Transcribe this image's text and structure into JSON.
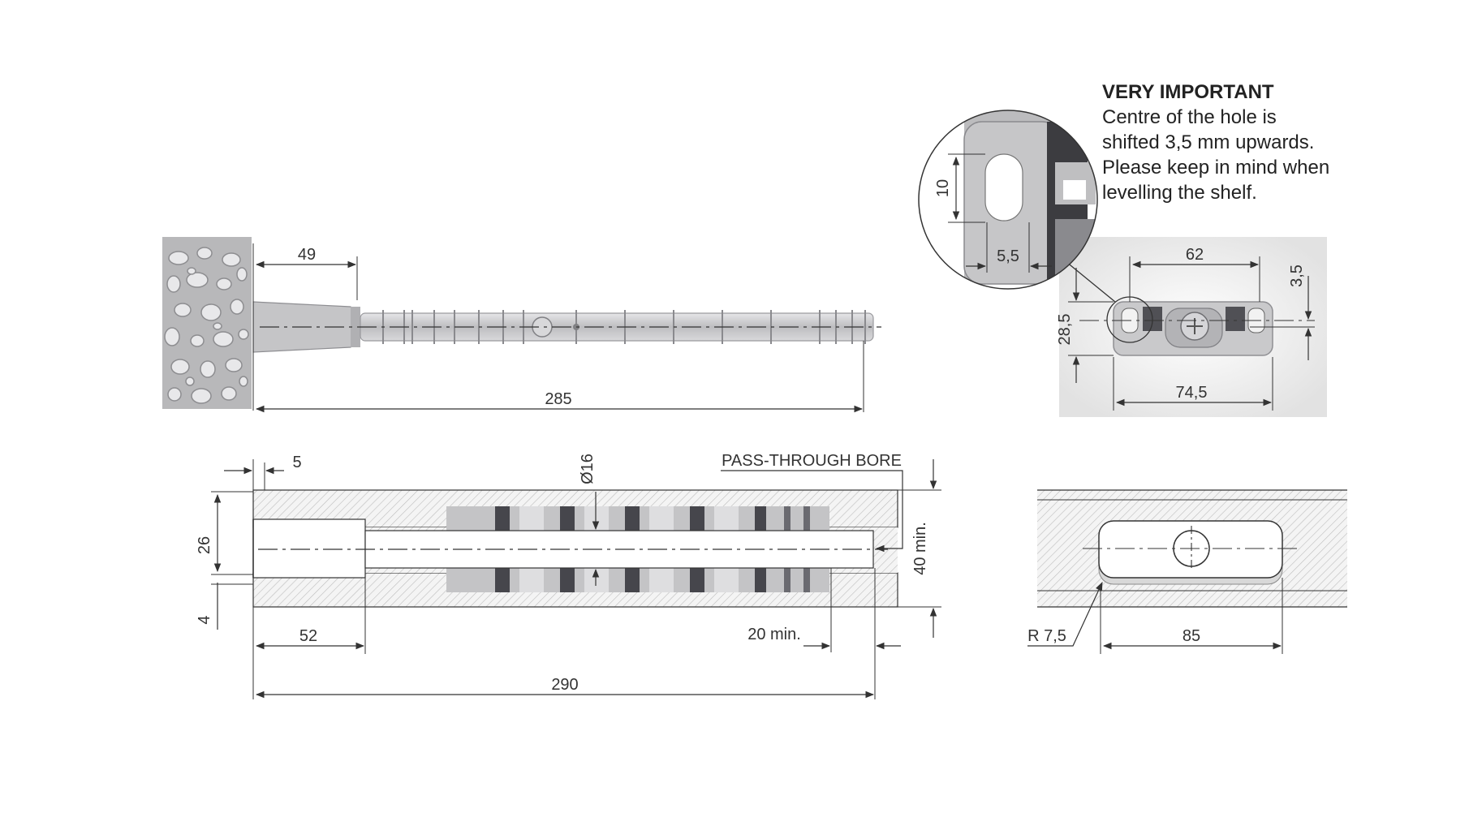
{
  "note": {
    "heading": "VERY IMPORTANT",
    "lines": [
      "Centre of the hole is",
      "shifted 3,5 mm upwards.",
      "Please keep in mind when",
      "levelling the shelf."
    ]
  },
  "dimensions": {
    "rod_embed": "49",
    "rod_length": "285",
    "detail_hole_height": "10",
    "detail_hole_width": "5,5",
    "bracket_hole_spacing": "62",
    "hole_shift": "3,5",
    "bracket_height": "28,5",
    "bracket_width": "74,5",
    "bore_offset": "5",
    "bore_diameter": "Ø16",
    "pass_through_label": "PASS-THROUGH BORE",
    "recess_height": "26",
    "edge_gap": "4",
    "shelf_thickness": "40 min.",
    "recess_depth": "52",
    "end_distance": "20 min.",
    "bore_depth": "290",
    "radius": "R 7,5",
    "slot_width": "85"
  },
  "colors": {
    "line": "#333333",
    "metal": "#c8c8ca",
    "stone": "#b9b9bb",
    "hatch": "#bdbdbd",
    "dark_band": "#4a4a50"
  }
}
